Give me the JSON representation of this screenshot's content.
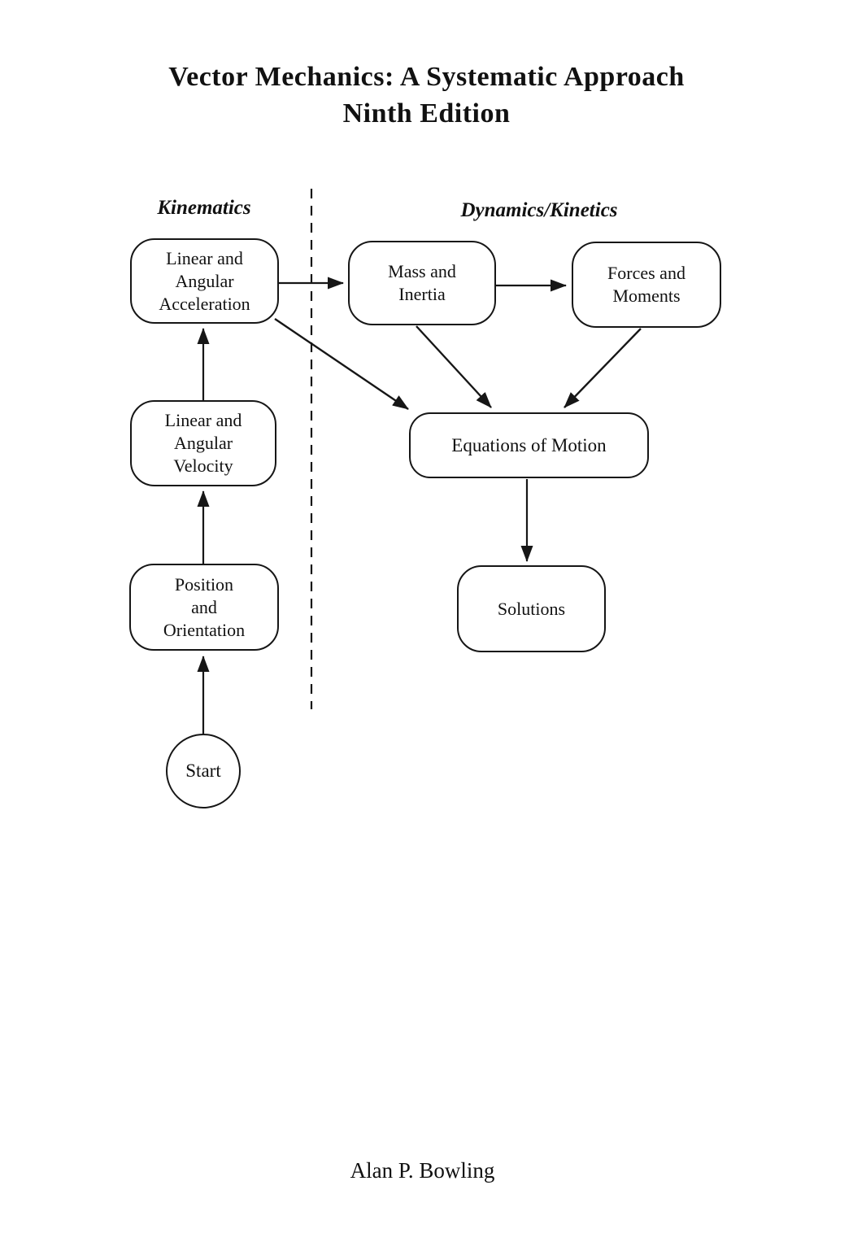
{
  "page": {
    "title_line1": "Vector Mechanics: A Systematic Approach",
    "title_line2": "Ninth Edition",
    "footer": "Alan P. Bowling"
  },
  "sections": {
    "left_label": "Kinematics",
    "right_label": "Dynamics/Kinetics"
  },
  "nodes": {
    "acceleration": {
      "lines": [
        "Linear and",
        "Angular",
        "Acceleration"
      ]
    },
    "mass": {
      "lines": [
        "Mass and",
        "Inertia"
      ]
    },
    "forces": {
      "lines": [
        "Forces and",
        "Moments"
      ]
    },
    "velocity": {
      "lines": [
        "Linear and",
        "Angular",
        "Velocity"
      ]
    },
    "equations": {
      "lines": [
        "Equations of Motion"
      ]
    },
    "position": {
      "lines": [
        "Position",
        "and",
        "Orientation"
      ]
    },
    "solutions": {
      "lines": [
        "Solutions"
      ]
    },
    "start": {
      "lines": [
        "Start"
      ]
    }
  },
  "edges": [
    {
      "from": "start",
      "to": "position"
    },
    {
      "from": "position",
      "to": "velocity"
    },
    {
      "from": "velocity",
      "to": "acceleration"
    },
    {
      "from": "acceleration",
      "to": "mass"
    },
    {
      "from": "mass",
      "to": "forces"
    },
    {
      "from": "acceleration",
      "to": "equations"
    },
    {
      "from": "mass",
      "to": "equations"
    },
    {
      "from": "forces",
      "to": "equations"
    },
    {
      "from": "equations",
      "to": "solutions"
    }
  ],
  "colors": {
    "ink": "#111111",
    "background": "#ffffff"
  }
}
